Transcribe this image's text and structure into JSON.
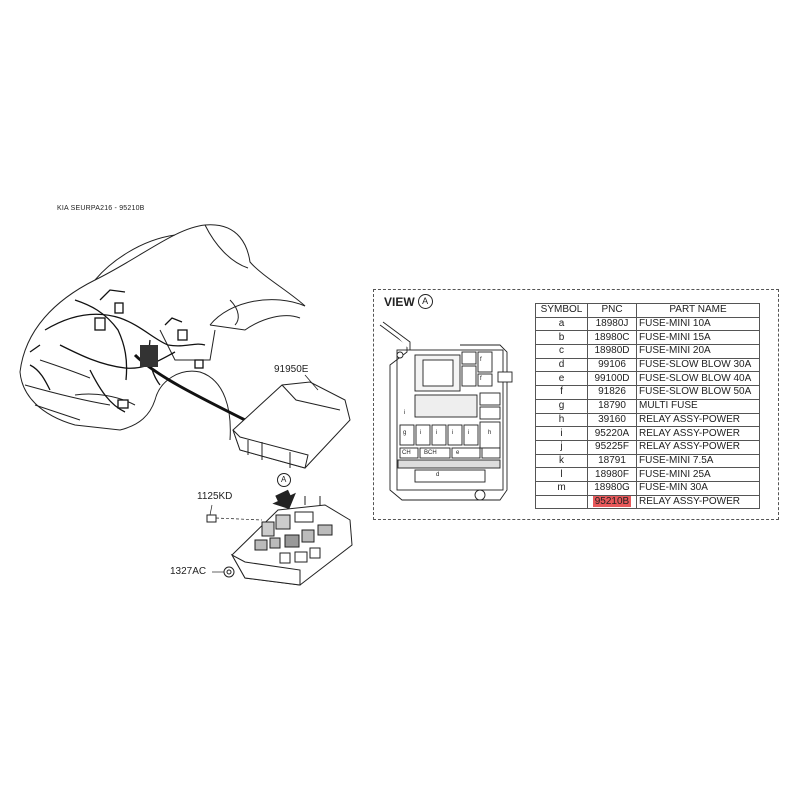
{
  "header": {
    "title": "KIA SEURPA216 - 95210B"
  },
  "callouts": {
    "cover": "91950E",
    "bolt": "1125KD",
    "nut": "1327AC",
    "view_marker": "A"
  },
  "view": {
    "label": "VIEW",
    "marker": "A"
  },
  "table": {
    "headers": [
      "SYMBOL",
      "PNC",
      "PART NAME"
    ],
    "rows": [
      {
        "symbol": "a",
        "pnc": "18980J",
        "name": "FUSE-MINI 10A"
      },
      {
        "symbol": "b",
        "pnc": "18980C",
        "name": "FUSE-MINI 15A"
      },
      {
        "symbol": "c",
        "pnc": "18980D",
        "name": "FUSE-MINI 20A"
      },
      {
        "symbol": "d",
        "pnc": "99106",
        "name": "FUSE-SLOW BLOW 30A"
      },
      {
        "symbol": "e",
        "pnc": "99100D",
        "name": "FUSE-SLOW BLOW 40A"
      },
      {
        "symbol": "f",
        "pnc": "91826",
        "name": "FUSE-SLOW BLOW 50A"
      },
      {
        "symbol": "g",
        "pnc": "18790",
        "name": "MULTI FUSE"
      },
      {
        "symbol": "h",
        "pnc": "39160",
        "name": "RELAY ASSY-POWER"
      },
      {
        "symbol": "i",
        "pnc": "95220A",
        "name": "RELAY ASSY-POWER"
      },
      {
        "symbol": "j",
        "pnc": "95225F",
        "name": "RELAY ASSY-POWER"
      },
      {
        "symbol": "k",
        "pnc": "18791",
        "name": "FUSE-MINI 7.5A"
      },
      {
        "symbol": "l",
        "pnc": "18980F",
        "name": "FUSE-MINI 25A"
      },
      {
        "symbol": "m",
        "pnc": "18980G",
        "name": "FUSE-MIN 30A"
      },
      {
        "symbol": "",
        "pnc": "95210B",
        "name": "RELAY ASSY-POWER",
        "highlight": true
      }
    ]
  },
  "fusebox_labels": {
    "f1": "f",
    "f2": "f",
    "g": "g",
    "i1": "i",
    "i2": "i",
    "i3": "i",
    "i4": "i",
    "i5": "i",
    "h": "h",
    "e": "e",
    "d": "d",
    "ch": "CH",
    "bch": "BCH"
  },
  "colors": {
    "highlight": "#e8585a",
    "line": "#222222"
  }
}
